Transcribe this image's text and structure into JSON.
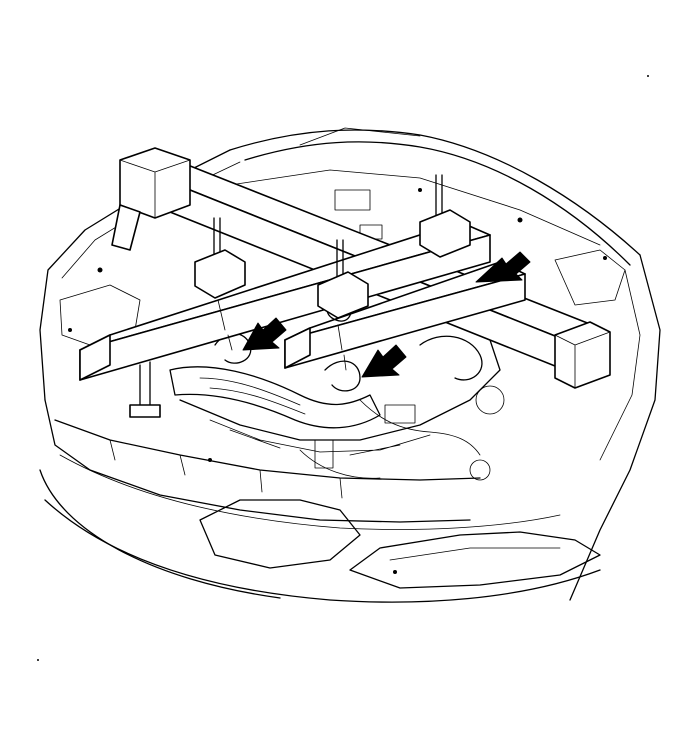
{
  "illustration": {
    "colors": {
      "line": "#000000",
      "background": "#ffffff",
      "arrow": "#000000"
    },
    "arrows": [
      {
        "name": "arrow-right-support",
        "direction": "down-left"
      },
      {
        "name": "arrow-center-left",
        "direction": "down-left"
      },
      {
        "name": "arrow-center-right",
        "direction": "down-left"
      }
    ]
  }
}
